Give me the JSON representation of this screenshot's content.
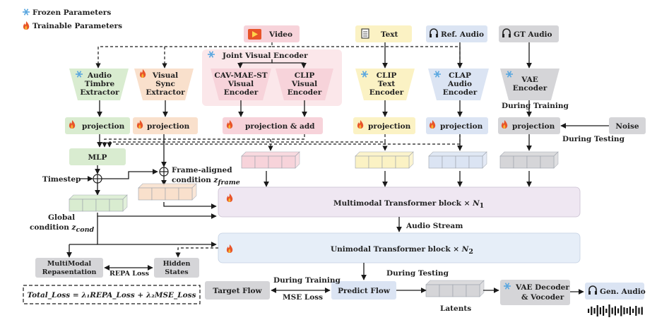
{
  "legend": {
    "frozen": "Frozen Parameters",
    "trainable": "Trainable Parameters"
  },
  "inputs": {
    "video": "Video",
    "text": "Text",
    "ref_audio": "Ref. Audio",
    "gt_audio": "GT Audio",
    "noise": "Noise",
    "timestep": "Timestep"
  },
  "joint_visual_encoder": "Joint Visual Encoder",
  "encoders": {
    "audio_timbre": [
      "Audio",
      "Timbre",
      "Extractor"
    ],
    "visual_sync": [
      "Visual",
      "Sync",
      "Extractor"
    ],
    "cav_mae": [
      "CAV-MAE-ST",
      "Visual",
      "Encoder"
    ],
    "clip_visual": [
      "CLIP",
      "Visual",
      "Encoder"
    ],
    "clip_text": [
      "CLIP",
      "Text",
      "Encoder"
    ],
    "clap_audio": [
      "CLAP",
      "Audio",
      "Encoder"
    ],
    "vae": [
      "VAE",
      "Encoder"
    ]
  },
  "projection": "projection",
  "projection_add": "projection & add",
  "mlp": "MLP",
  "during_training": "During Training",
  "during_testing": "During Testing",
  "frame_condition": [
    "Frame-aligned",
    "condition "
  ],
  "frame_var": "z",
  "frame_sub": "frame",
  "global_condition": [
    "Global",
    "condition "
  ],
  "global_var": "z",
  "global_sub": "cond",
  "multimodal_block": "Multimodal Transformer block  ×  ",
  "multimodal_n": "N",
  "multimodal_sub": "1",
  "audio_stream": "Audio Stream",
  "unimodal_block": "Unimodal Transformer block  ×  ",
  "unimodal_n": "N",
  "unimodal_sub": "2",
  "multimodal_repr": [
    "MultiModal",
    "Repasentation"
  ],
  "hidden_states": [
    "Hidden",
    "States"
  ],
  "repa_loss": "REPA Loss",
  "target_flow": "Target Flow",
  "predict_flow": "Predict Flow",
  "mse_loss": "MSE Loss",
  "latents": "Latents",
  "vae_decoder": [
    "VAE Decoder",
    "& Vocoder"
  ],
  "gen_audio": "Gen. Audio",
  "total_loss": "Total_Loss = λ₁REPA_Loss + λ₂MSE_Loss",
  "colors": {
    "green": "#d9ecd0",
    "orange": "#f9e0cc",
    "pink": "#f7d3da",
    "yellow": "#fbf2c4",
    "blue": "#dbe4f3",
    "gray": "#d5d5d8",
    "lavender": "#efe7f2",
    "lightblue": "#e6eef8",
    "trainable": "#e8542a",
    "frozen": "#5aa7e0"
  }
}
